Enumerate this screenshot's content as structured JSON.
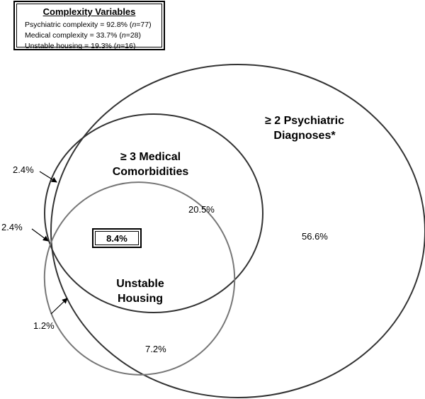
{
  "legend": {
    "title": "Complexity Variables",
    "lines": [
      {
        "text": "Psychiatric complexity = 92.8% (",
        "n_label": "n",
        "rest": "=77)"
      },
      {
        "text": "Medical complexity = 33.7% (",
        "n_label": "n",
        "rest": "=28)"
      },
      {
        "text": "Unstable housing = 19.3% (",
        "n_label": "n",
        "rest": "=16)"
      }
    ]
  },
  "sets": {
    "psychiatric": {
      "line1": "≥ 2 Psychiatric",
      "line2": "Diagnoses*"
    },
    "medical": {
      "line1": "≥ 3 Medical",
      "line2": "Comorbidities"
    },
    "housing": {
      "line1": "Unstable",
      "line2": "Housing"
    }
  },
  "regions": {
    "psychiatric_only": "56.6%",
    "psych_medical": "20.5%",
    "all_three": "8.4%",
    "psych_housing": "7.2%",
    "medical_only": "2.4%",
    "medical_housing": "2.4%",
    "housing_only": "1.2%"
  },
  "colors": {
    "outline_dark": "#333333",
    "outline_light": "#777777"
  }
}
